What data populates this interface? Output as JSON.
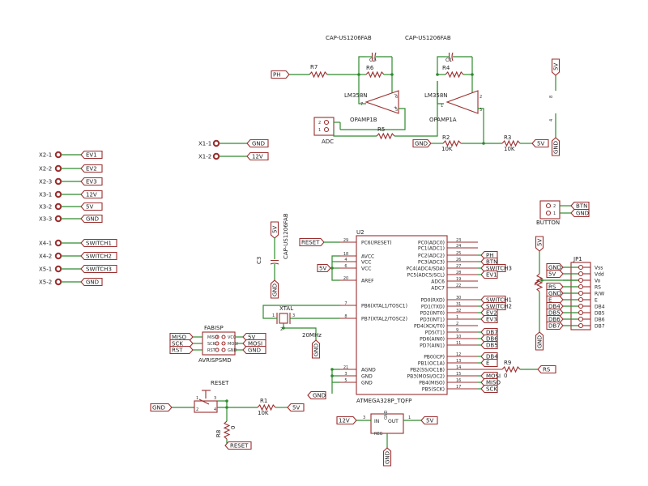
{
  "diagram": {
    "connectors": [
      {
        "name": "X2-1",
        "net": "EV1"
      },
      {
        "name": "X2-2",
        "net": "EV2"
      },
      {
        "name": "X2-3",
        "net": "EV3"
      },
      {
        "name": "X3-1",
        "net": "12V"
      },
      {
        "name": "X3-2",
        "net": "5V"
      },
      {
        "name": "X3-3",
        "net": "GND"
      },
      {
        "name": "X4-1",
        "net": "SWITCH1"
      },
      {
        "name": "X4-2",
        "net": "SWITCH2"
      },
      {
        "name": "X5-1",
        "net": "SWITCH3"
      },
      {
        "name": "X5-2",
        "net": "GND"
      }
    ],
    "x1": [
      {
        "name": "X1-1",
        "net": "GND"
      },
      {
        "name": "X1-2",
        "net": "12V"
      }
    ],
    "opamp_section": {
      "cap_c2_value": "CAP-US1206FAB",
      "cap_c2_name": "C2",
      "cap_c1_value": "CAP-US1206FAB",
      "cap_c1_name": "C1",
      "r7": "R7",
      "r6": "R6",
      "r4": "R4",
      "r5": "R5",
      "r2": "R2",
      "r2_val": "10K",
      "r3": "R3",
      "r3_val": "10K",
      "ph": "PH",
      "gnd": "GND",
      "v5": "5V",
      "opamp_b_part": "LM358N",
      "opamp_b_name": "OPAMP1B",
      "opamp_a_part": "LM358N",
      "opamp_a_name": "OPAMP1A",
      "b_pin7": "7",
      "b_pin6": "6",
      "b_pin5": "5",
      "a_pin1": "1",
      "a_pin2": "2",
      "a_pin3": "3",
      "adc_label": "ADC",
      "pwr_5v": "5V",
      "pwr_8": "8",
      "pwr_4": "4",
      "pwr_gnd": "GND"
    },
    "button": {
      "name": "BUTTON",
      "btn_net": "BTN",
      "gnd_net": "GND"
    },
    "mcu": {
      "name": "U2",
      "part": "ATMEGA328P_TQFP",
      "left_pins": [
        {
          "num": "29",
          "label": "PC6(/RESET)"
        },
        {
          "num": "18",
          "label": "AVCC"
        },
        {
          "num": "4",
          "label": "VCC"
        },
        {
          "num": "6",
          "label": "VCC"
        },
        {
          "num": "20",
          "label": "AREF"
        },
        {
          "num": "7",
          "label": "PB6(XTAL1/TOSC1)"
        },
        {
          "num": "8",
          "label": "PB7(XTAL2/TOSC2)"
        },
        {
          "num": "21",
          "label": "AGND"
        },
        {
          "num": "3",
          "label": "GND"
        },
        {
          "num": "5",
          "label": "GND"
        }
      ],
      "right_pins": [
        {
          "num": "23",
          "label": "PC0(ADC0)",
          "net": ""
        },
        {
          "num": "24",
          "label": "PC1(ADC1)",
          "net": ""
        },
        {
          "num": "25",
          "label": "PC2(ADC2)",
          "net": "PH"
        },
        {
          "num": "26",
          "label": "PC3(ADC3)",
          "net": "BTN"
        },
        {
          "num": "27",
          "label": "PC4(ADC4/SDA)",
          "net": "SWITCH3"
        },
        {
          "num": "28",
          "label": "PC5(ADC5/SCL)",
          "net": "EV1"
        },
        {
          "num": "19",
          "label": "ADC6",
          "net": ""
        },
        {
          "num": "22",
          "label": "ADC7",
          "net": ""
        },
        {
          "num": "30",
          "label": "PD0(RXD)",
          "net": "SWITCH1"
        },
        {
          "num": "31",
          "label": "PD1(TXD)",
          "net": "SWITCH2"
        },
        {
          "num": "32",
          "label": "PD2(INT0)",
          "net": "EV2"
        },
        {
          "num": "1",
          "label": "PD3(INT1)",
          "net": "EV3"
        },
        {
          "num": "2",
          "label": "PD4(XCK/T0)",
          "net": ""
        },
        {
          "num": "9",
          "label": "PD5(T1)",
          "net": "DB7"
        },
        {
          "num": "10",
          "label": "PD6(AIN0)",
          "net": "DB6"
        },
        {
          "num": "11",
          "label": "PD7(AIN1)",
          "net": "DB5"
        },
        {
          "num": "12",
          "label": "PB0(ICP)",
          "net": "DB4"
        },
        {
          "num": "13",
          "label": "PB1(OC1A)",
          "net": "E"
        },
        {
          "num": "14",
          "label": "PB2(SS/OC1B)",
          "net": ""
        },
        {
          "num": "15",
          "label": "PB3(MOSI/OC2)",
          "net": "MOSI"
        },
        {
          "num": "16",
          "label": "PB4(MISO)",
          "net": "MISO"
        },
        {
          "num": "17",
          "label": "PB5(SCK)",
          "net": "SCK"
        }
      ],
      "reset_net": "RESET",
      "v5_net": "5V",
      "gnd_net": "GND",
      "r9": "R9",
      "r9_val": "0",
      "rs_net": "RS"
    },
    "c3": {
      "name": "C3",
      "value": "CAP-US1206FAB",
      "top_net": "5V",
      "bottom_net": "GND"
    },
    "xtal": {
      "name": "XTAL",
      "freq": "20MHz",
      "gnd": "GND",
      "p1": "1",
      "p2": "2",
      "p3": "3"
    },
    "isp": {
      "name": "FABISP",
      "part": "AVRISPSMD",
      "left_nets": [
        "MISO",
        "SCK",
        "RST"
      ],
      "left_pins": [
        "MISO",
        "SCK",
        "RST"
      ],
      "right_pins": [
        "VCC",
        "MOSI",
        "GND"
      ],
      "right_nets": [
        "5V",
        "MOSI",
        "GND"
      ]
    },
    "reset_sw": {
      "name": "RESET",
      "gnd": "GND",
      "r1": "R1",
      "r1_val": "10K",
      "v5": "5V",
      "r8": "R8",
      "r8_val": "0",
      "reset_net": "RESET",
      "p1": "1",
      "p2": "2",
      "p3": "3",
      "p4": "4"
    },
    "regulator": {
      "in_label": "IN",
      "out_label": "OUT",
      "gnd_label": "GND",
      "reg_label": "REG",
      "in_net": "12V",
      "out_net": "5V",
      "gnd_net": "GND",
      "pin_in": "3",
      "pin_out": "1"
    },
    "lcd": {
      "name": "JP1",
      "pot_net_top": "5V",
      "pot_net_bottom": "GND",
      "pins": [
        {
          "net": "GND",
          "label": "Vss"
        },
        {
          "net": "5V",
          "label": "Vdd"
        },
        {
          "net": "",
          "label": "Vo"
        },
        {
          "net": "RS",
          "label": "RS"
        },
        {
          "net": "GND",
          "label": "R/W"
        },
        {
          "net": "E",
          "label": "E"
        },
        {
          "net": "DB4",
          "label": "DB4"
        },
        {
          "net": "DB5",
          "label": "DB5"
        },
        {
          "net": "DB6",
          "label": "DB6"
        },
        {
          "net": "DB7",
          "label": "DB7"
        }
      ]
    }
  }
}
